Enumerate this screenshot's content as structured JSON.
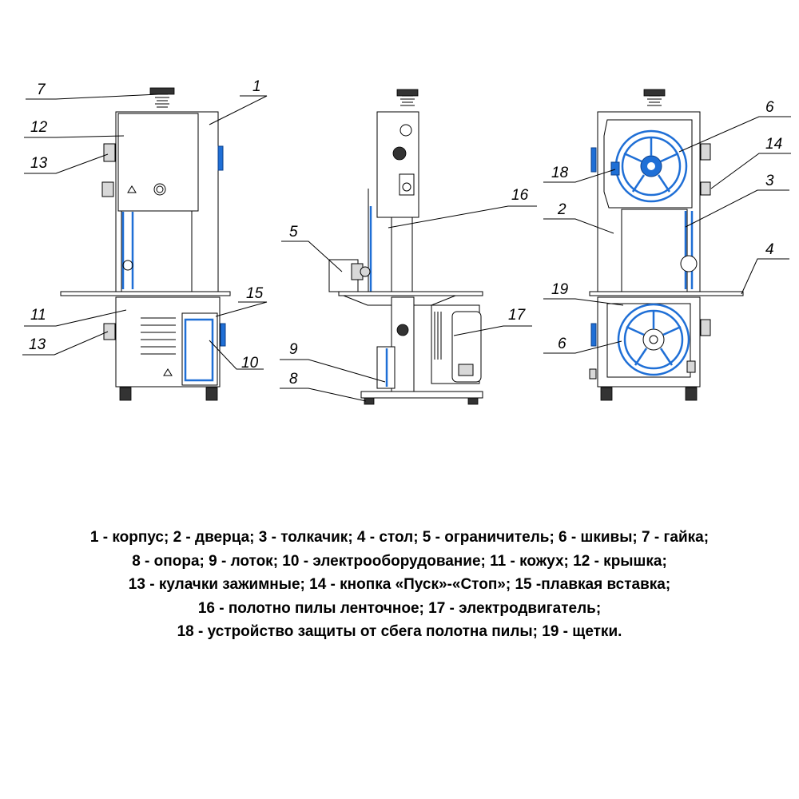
{
  "callouts": {
    "c7": "7",
    "c12": "12",
    "c13a": "13",
    "c1": "1",
    "c11": "11",
    "c13b": "13",
    "c15": "15",
    "c10": "10",
    "c5": "5",
    "c16": "16",
    "c9": "9",
    "c8": "8",
    "c17": "17",
    "c6a": "6",
    "c14": "14",
    "c18": "18",
    "c3": "3",
    "c2": "2",
    "c4": "4",
    "c19": "19",
    "c6b": "6"
  },
  "caption": {
    "line1": "1 - корпус; 2 - дверца; 3 - толкачик; 4 - стол;  5 - ограничитель; 6 - шкивы; 7 - гайка;",
    "line2": "8 - опора; 9 - лоток; 10 - электрооборудование; 11 - кожух; 12 - крышка;",
    "line3": "13 - кулачки зажимные; 14 - кнопка «Пуск»-«Стоп»; 15 -плавкая вставка;",
    "line4": "16 - полотно пилы ленточное; 17 - электродвигатель;",
    "line5": "18 - устройство защиты от сбега полотна пилы; 19 - щетки."
  },
  "colors": {
    "accent": "#1f6fd6",
    "line": "#000000"
  }
}
